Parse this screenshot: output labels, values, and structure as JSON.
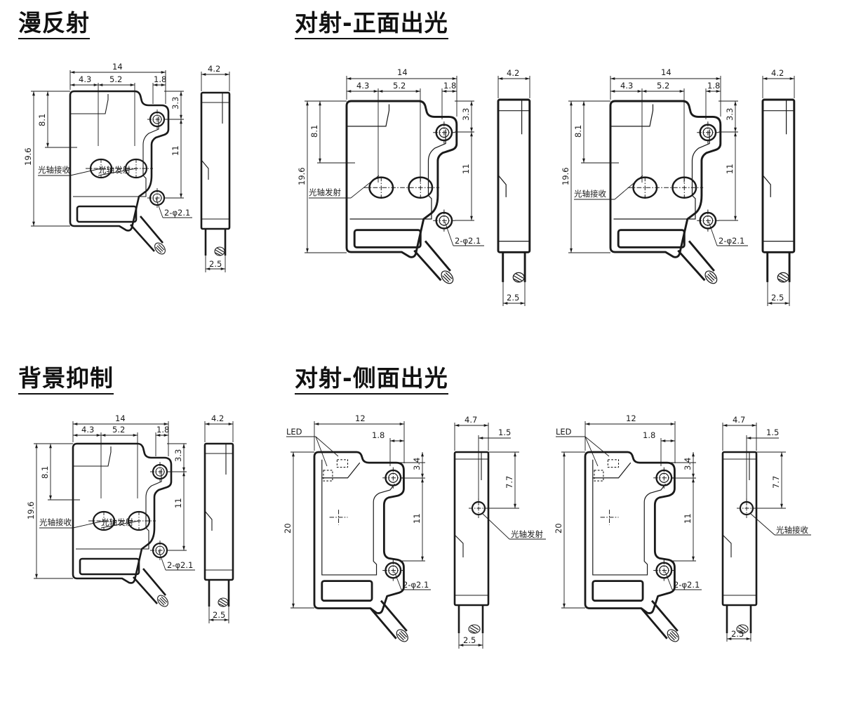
{
  "titles": {
    "diffuse": "漫反射",
    "through_front": "对射-正面出光",
    "background_suppression": "背景抑制",
    "through_side": "对射-侧面出光"
  },
  "front_dims": {
    "width": "14",
    "left": "4.3",
    "lens_pitch": "5.2",
    "right": "1.8",
    "top_hole": "3.3",
    "lens_height": "8.1",
    "height": "19.6",
    "hole_pitch": "11",
    "holes": "2-φ2.1"
  },
  "side_dims": {
    "thickness": "4.2",
    "cable": "2.5"
  },
  "side_emit_front_dims": {
    "width": "12",
    "right": "1.8",
    "top_hole": "3.4",
    "height": "20",
    "hole_pitch": "11",
    "holes": "2-φ2.1"
  },
  "side_emit_side_dims": {
    "thickness": "4.7",
    "offset": "1.5",
    "emit_height": "7.7",
    "cable": "2.5"
  },
  "labels": {
    "receive_axis": "光轴接收",
    "emit_axis": "光轴发射",
    "led": "LED"
  }
}
